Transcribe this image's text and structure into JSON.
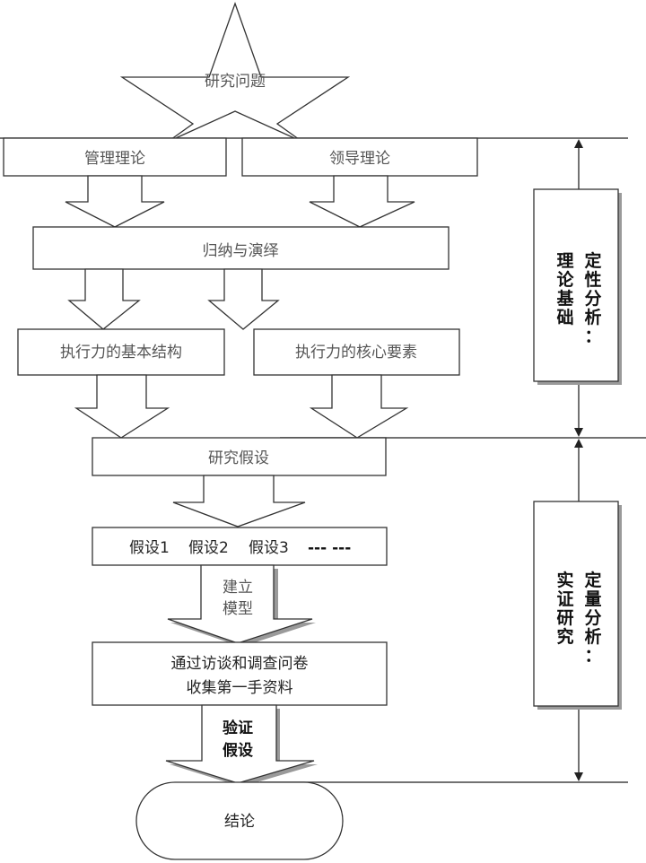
{
  "diagram": {
    "star": {
      "label": "研究问题"
    },
    "theory_boxes": [
      {
        "label": "管理理论"
      },
      {
        "label": "领导理论"
      }
    ],
    "induction_box": {
      "label": "归纳与演绎"
    },
    "execution_boxes": [
      {
        "label": "执行力的基本结构"
      },
      {
        "label": "执行力的核心要素"
      }
    ],
    "hypothesis_box": {
      "label": "研究假设"
    },
    "hypotheses": {
      "items": [
        "假设1",
        "假设2",
        "假设3"
      ],
      "ellipsis": "--- ---"
    },
    "model_arrow": {
      "lines": [
        "建立",
        "模型"
      ]
    },
    "data_box": {
      "lines": [
        "通过访谈和调查问卷",
        "收集第一手资料"
      ]
    },
    "verify_arrow": {
      "lines": [
        "验证",
        "假设"
      ]
    },
    "conclusion": {
      "label": "结论"
    },
    "side_panels": [
      {
        "title_chars": [
          "定",
          "性",
          "分",
          "析",
          "："
        ],
        "sub_chars": [
          "理",
          "论",
          "基",
          "础"
        ]
      },
      {
        "title_chars": [
          "定",
          "量",
          "分",
          "析",
          "："
        ],
        "sub_chars": [
          "实",
          "证",
          "研",
          "究"
        ]
      }
    ]
  }
}
